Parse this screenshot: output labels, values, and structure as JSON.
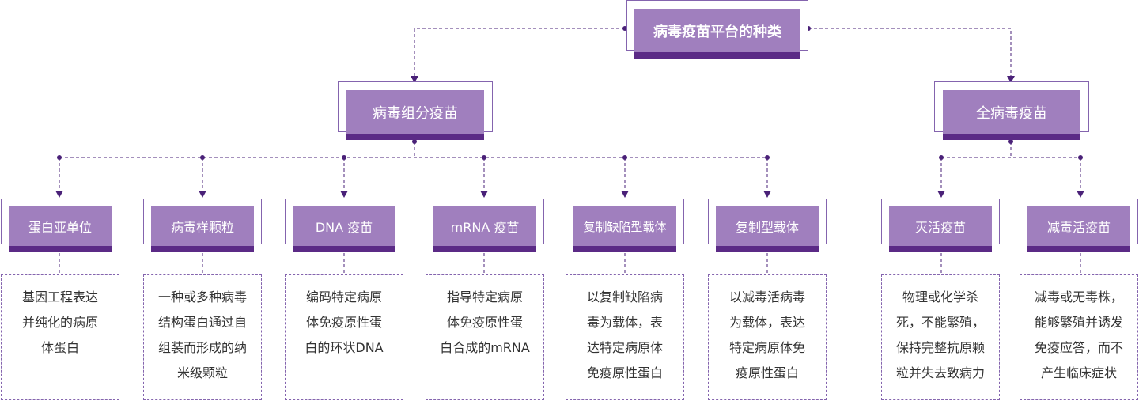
{
  "colors": {
    "accent_fill": "#a07fbe",
    "accent_dark": "#5b2a86",
    "connector": "#4a2178",
    "border": "#8464ae"
  },
  "root": {
    "label": "病毒疫苗平台的种类"
  },
  "categories": [
    {
      "label": "病毒组分疫苗"
    },
    {
      "label": "全病毒疫苗"
    }
  ],
  "types": [
    {
      "label": "蛋白亚单位",
      "desc": [
        "基因工程表达",
        "并纯化的病原",
        "体蛋白"
      ]
    },
    {
      "label": "病毒样颗粒",
      "desc": [
        "一种或多种病毒",
        "结构蛋白通过自",
        "组装而形成的纳",
        "米级颗粒"
      ]
    },
    {
      "label": "DNA 疫苗",
      "desc": [
        "编码特定病原",
        "体免疫原性蛋",
        "白的环状DNA"
      ]
    },
    {
      "label": "mRNA 疫苗",
      "desc": [
        "指导特定病原",
        "体免疫原性蛋",
        "白合成的mRNA"
      ]
    },
    {
      "label": "复制缺陷型载体",
      "desc": [
        "以复制缺陷病",
        "毒为载体，表",
        "达特定病原体",
        "免疫原性蛋白"
      ]
    },
    {
      "label": "复制型载体",
      "desc": [
        "以减毒活病毒",
        "为载体，表达",
        "特定病原体免",
        "疫原性蛋白"
      ]
    },
    {
      "label": "灭活疫苗",
      "desc": [
        "物理或化学杀",
        "死，不能繁殖，",
        "保持完整抗原颗",
        "粒并失去致病力"
      ]
    },
    {
      "label": "减毒活疫苗",
      "desc": [
        "减毒或无毒株，",
        "能够繁殖并诱发",
        "免疫应答，而不",
        "产生临床症状"
      ]
    }
  ]
}
